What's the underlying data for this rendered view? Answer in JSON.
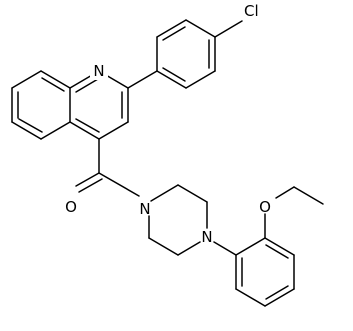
{
  "molecule": {
    "atoms": [
      {
        "id": "quinoline-n",
        "label": "N"
      },
      {
        "id": "chloro-cl",
        "label": "Cl"
      },
      {
        "id": "carbonyl-o",
        "label": "O"
      },
      {
        "id": "piperazine-n1",
        "label": "N"
      },
      {
        "id": "piperazine-n4",
        "label": "N"
      },
      {
        "id": "ethoxy-o",
        "label": "O"
      }
    ]
  }
}
